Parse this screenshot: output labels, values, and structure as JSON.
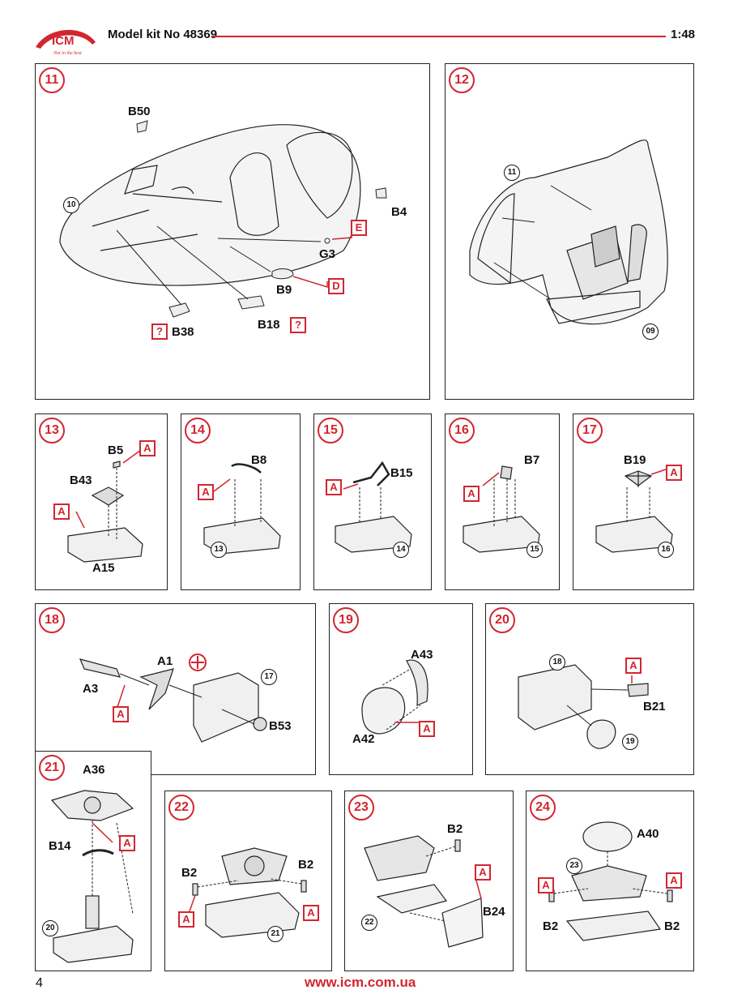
{
  "header": {
    "logo_text": "ICM",
    "logo_tagline": "Not in the best",
    "kit_title": "Model kit No 48369",
    "scale": "1:48"
  },
  "colors": {
    "accent": "#d22630",
    "line": "#222222"
  },
  "steps": {
    "s11": {
      "num": "11",
      "labels": {
        "b50": "B50",
        "b4": "B4",
        "g3": "G3",
        "b9": "B9",
        "b38": "B38",
        "b18": "B18"
      },
      "ref": "10",
      "paint": {
        "e": "E",
        "d": "D",
        "q1": "?",
        "q2": "?"
      }
    },
    "s12": {
      "num": "12",
      "refs": {
        "r11": "11",
        "r09": "09"
      }
    },
    "s13": {
      "num": "13",
      "labels": {
        "b5": "B5",
        "b43": "B43",
        "a15": "A15"
      },
      "paint": {
        "a1": "A",
        "a2": "A"
      }
    },
    "s14": {
      "num": "14",
      "labels": {
        "b8": "B8"
      },
      "paint": {
        "a": "A"
      },
      "ref": "13"
    },
    "s15": {
      "num": "15",
      "labels": {
        "b15": "B15"
      },
      "paint": {
        "a": "A"
      },
      "ref": "14"
    },
    "s16": {
      "num": "16",
      "labels": {
        "b7": "B7"
      },
      "paint": {
        "a": "A"
      },
      "ref": "15"
    },
    "s17": {
      "num": "17",
      "labels": {
        "b19": "B19"
      },
      "paint": {
        "a": "A"
      },
      "ref": "16"
    },
    "s18": {
      "num": "18",
      "labels": {
        "a1": "A1",
        "a3": "A3",
        "b53": "B53"
      },
      "paint": {
        "a": "A"
      },
      "ref": "17"
    },
    "s19": {
      "num": "19",
      "labels": {
        "a43": "A43",
        "a42": "A42"
      },
      "paint": {
        "a": "A"
      }
    },
    "s20": {
      "num": "20",
      "labels": {
        "b21": "B21"
      },
      "paint": {
        "a": "A"
      },
      "refs": {
        "r18": "18",
        "r19": "19"
      }
    },
    "s21": {
      "num": "21",
      "labels": {
        "a36": "A36",
        "b14": "B14"
      },
      "paint": {
        "a": "A"
      },
      "ref": "20"
    },
    "s22": {
      "num": "22",
      "labels": {
        "b2l": "B2",
        "b2r": "B2"
      },
      "paint": {
        "al": "A",
        "ar": "A"
      },
      "ref": "21"
    },
    "s23": {
      "num": "23",
      "labels": {
        "b2": "B2",
        "b24": "B24"
      },
      "paint": {
        "a": "A"
      },
      "ref": "22"
    },
    "s24": {
      "num": "24",
      "labels": {
        "a40": "A40",
        "b2l": "B2",
        "b2r": "B2"
      },
      "paint": {
        "al": "A",
        "ar": "A"
      },
      "ref": "23"
    }
  },
  "footer": {
    "page_number": "4",
    "url": "www.icm.com.ua"
  }
}
